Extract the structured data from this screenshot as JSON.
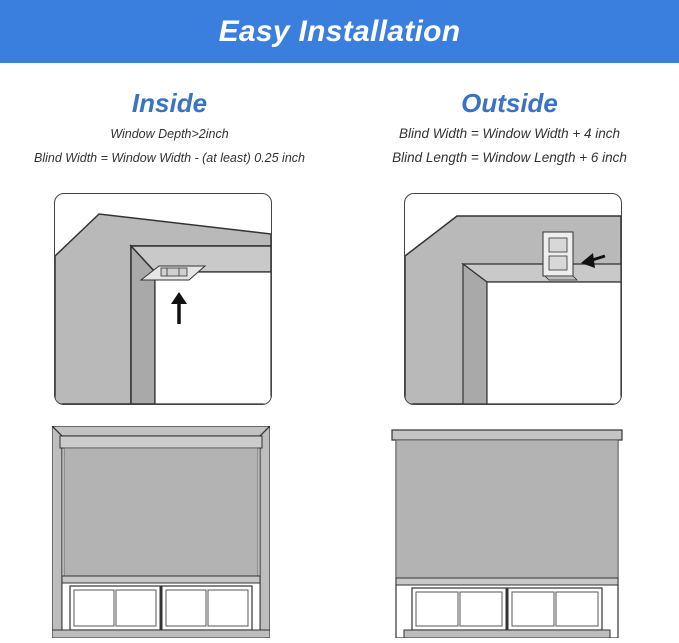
{
  "banner": {
    "title": "Easy Installation",
    "background_color": "#3a7fde"
  },
  "inside": {
    "heading": "Inside",
    "line1": "Window Depth>2inch",
    "line2": "Blind Width = Window Width - (at least) 0.25 inch"
  },
  "outside": {
    "heading": "Outside",
    "line1": "Blind Width = Window Width + 4 inch",
    "line2": "Blind Length = Window Length + 6 inch"
  },
  "colors": {
    "heading": "#3a72c4",
    "frame_gray": "#b9b9b9",
    "shade_gray": "#b3b3b3"
  }
}
